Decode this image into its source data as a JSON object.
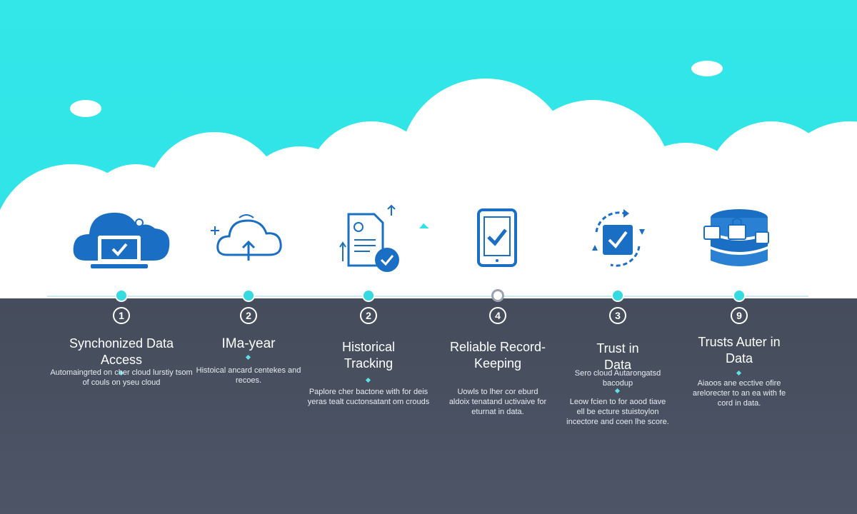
{
  "steps": [
    {
      "number": "1",
      "title": "Synchonized Data Access",
      "desc": "Automaingrted on cher cloud lurstiy tsom of couls on yseu cloud",
      "icon": "cloud-laptop-check-icon"
    },
    {
      "number": "2",
      "title": "IMa-year",
      "desc": "Histoical ancard centekes and recoes.",
      "icon": "cloud-upload-icon"
    },
    {
      "number": "2",
      "title": "Historical Tracking",
      "desc": "Paplore cher bactone with for deis yeras tealt cuctonsatant om crouds",
      "icon": "document-check-icon"
    },
    {
      "number": "4",
      "title": "Reliable Record-Keeping",
      "desc": "Uowls to lher cor eburd aldoix tenatand uctivaive for eturnat in data.",
      "icon": "tablet-check-icon"
    },
    {
      "number": "3",
      "title": "Trust in Data",
      "desc_top": "Sero cloud Autarongatsd bacodup",
      "desc": "Leow fcien to for aood tiave ell be ecture stuistoylon incectore and coen lhe score.",
      "icon": "sync-check-icon"
    },
    {
      "number": "9",
      "title": "Trusts Auter in Data",
      "desc": "Aiaoos ane ecctive ofire arelorecter to an ea with fe cord in data.",
      "icon": "database-security-icon"
    }
  ],
  "colors": {
    "sky": "#33e6e8",
    "bottom": "#4a5263",
    "icon_blue": "#1a6fc4",
    "accent": "#35dbe0"
  }
}
